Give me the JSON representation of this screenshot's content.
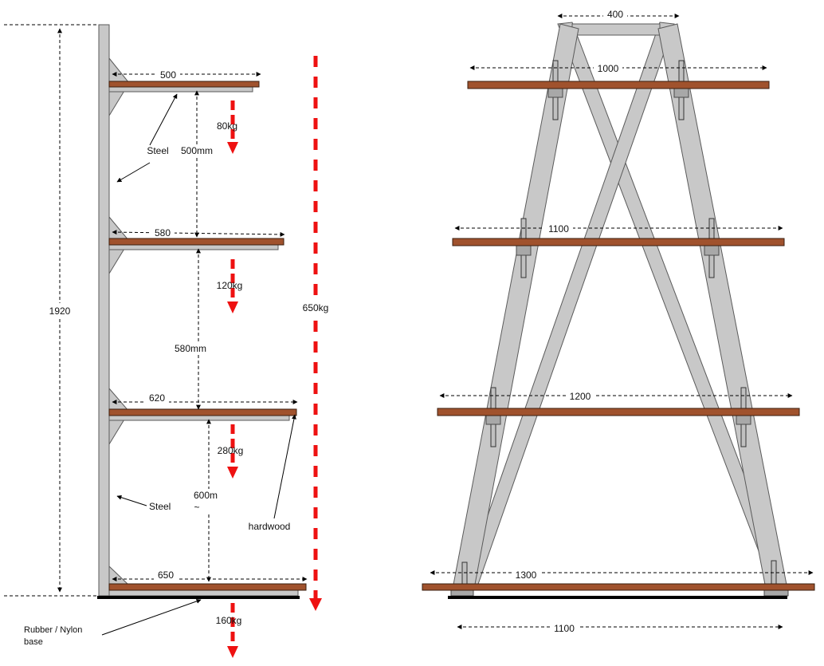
{
  "colors": {
    "steel": "#c8c8c8",
    "hardwood": "#a0522d",
    "load_arrow": "#ee1111",
    "base": "#000000"
  },
  "side_view": {
    "total_height_label": "1920",
    "arms": [
      {
        "length_label": "500",
        "load_label": "80kg"
      },
      {
        "length_label": "580",
        "load_label": "120kg"
      },
      {
        "length_label": "620",
        "load_label": "280kg"
      },
      {
        "length_label": "650",
        "load_label": "160kg"
      }
    ],
    "spacings": [
      "500mm",
      "580mm",
      "600m",
      "~"
    ],
    "total_load_label": "650kg",
    "callouts": {
      "steel_top": "Steel",
      "steel_bottom": "Steel",
      "hardwood": "hardwood",
      "base_line1": "Rubber / Nylon",
      "base_line2": "base"
    }
  },
  "front_view": {
    "top_width_label": "400",
    "base_width_label": "1100",
    "shelves": [
      {
        "length_label": "1000"
      },
      {
        "length_label": "1100"
      },
      {
        "length_label": "1200"
      },
      {
        "length_label": "1300"
      }
    ]
  }
}
